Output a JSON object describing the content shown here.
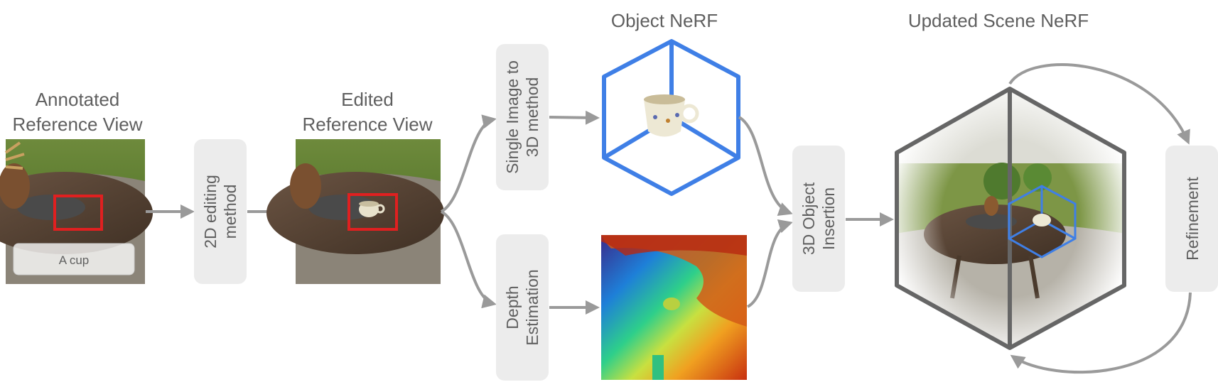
{
  "titles": {
    "annotated_line1": "Annotated",
    "annotated_line2": "Reference View",
    "edited_line1": "Edited",
    "edited_line2": "Reference View",
    "object_nerf": "Object NeRF",
    "updated_scene": "Updated Scene NeRF"
  },
  "annotation": {
    "text": "A cup"
  },
  "steps": {
    "editing_line1": "2D editing",
    "editing_line2": "method",
    "single_line1": "Single Image to",
    "single_line2": "3D method",
    "depth_line1": "Depth",
    "depth_line2": "Estimation",
    "insertion_line1": "3D Object",
    "insertion_line2": "Insertion",
    "refinement": "Refinement"
  },
  "colors": {
    "arrow": "#9a9a9a",
    "box": "#ececec",
    "highlight": "#e02020",
    "cube": "#3f7fe6",
    "scene_hex": "#666666"
  },
  "icons": {
    "cube": "wireframe-cube-icon",
    "hexagon": "scene-hexagon-icon",
    "cup": "teacup-icon"
  }
}
